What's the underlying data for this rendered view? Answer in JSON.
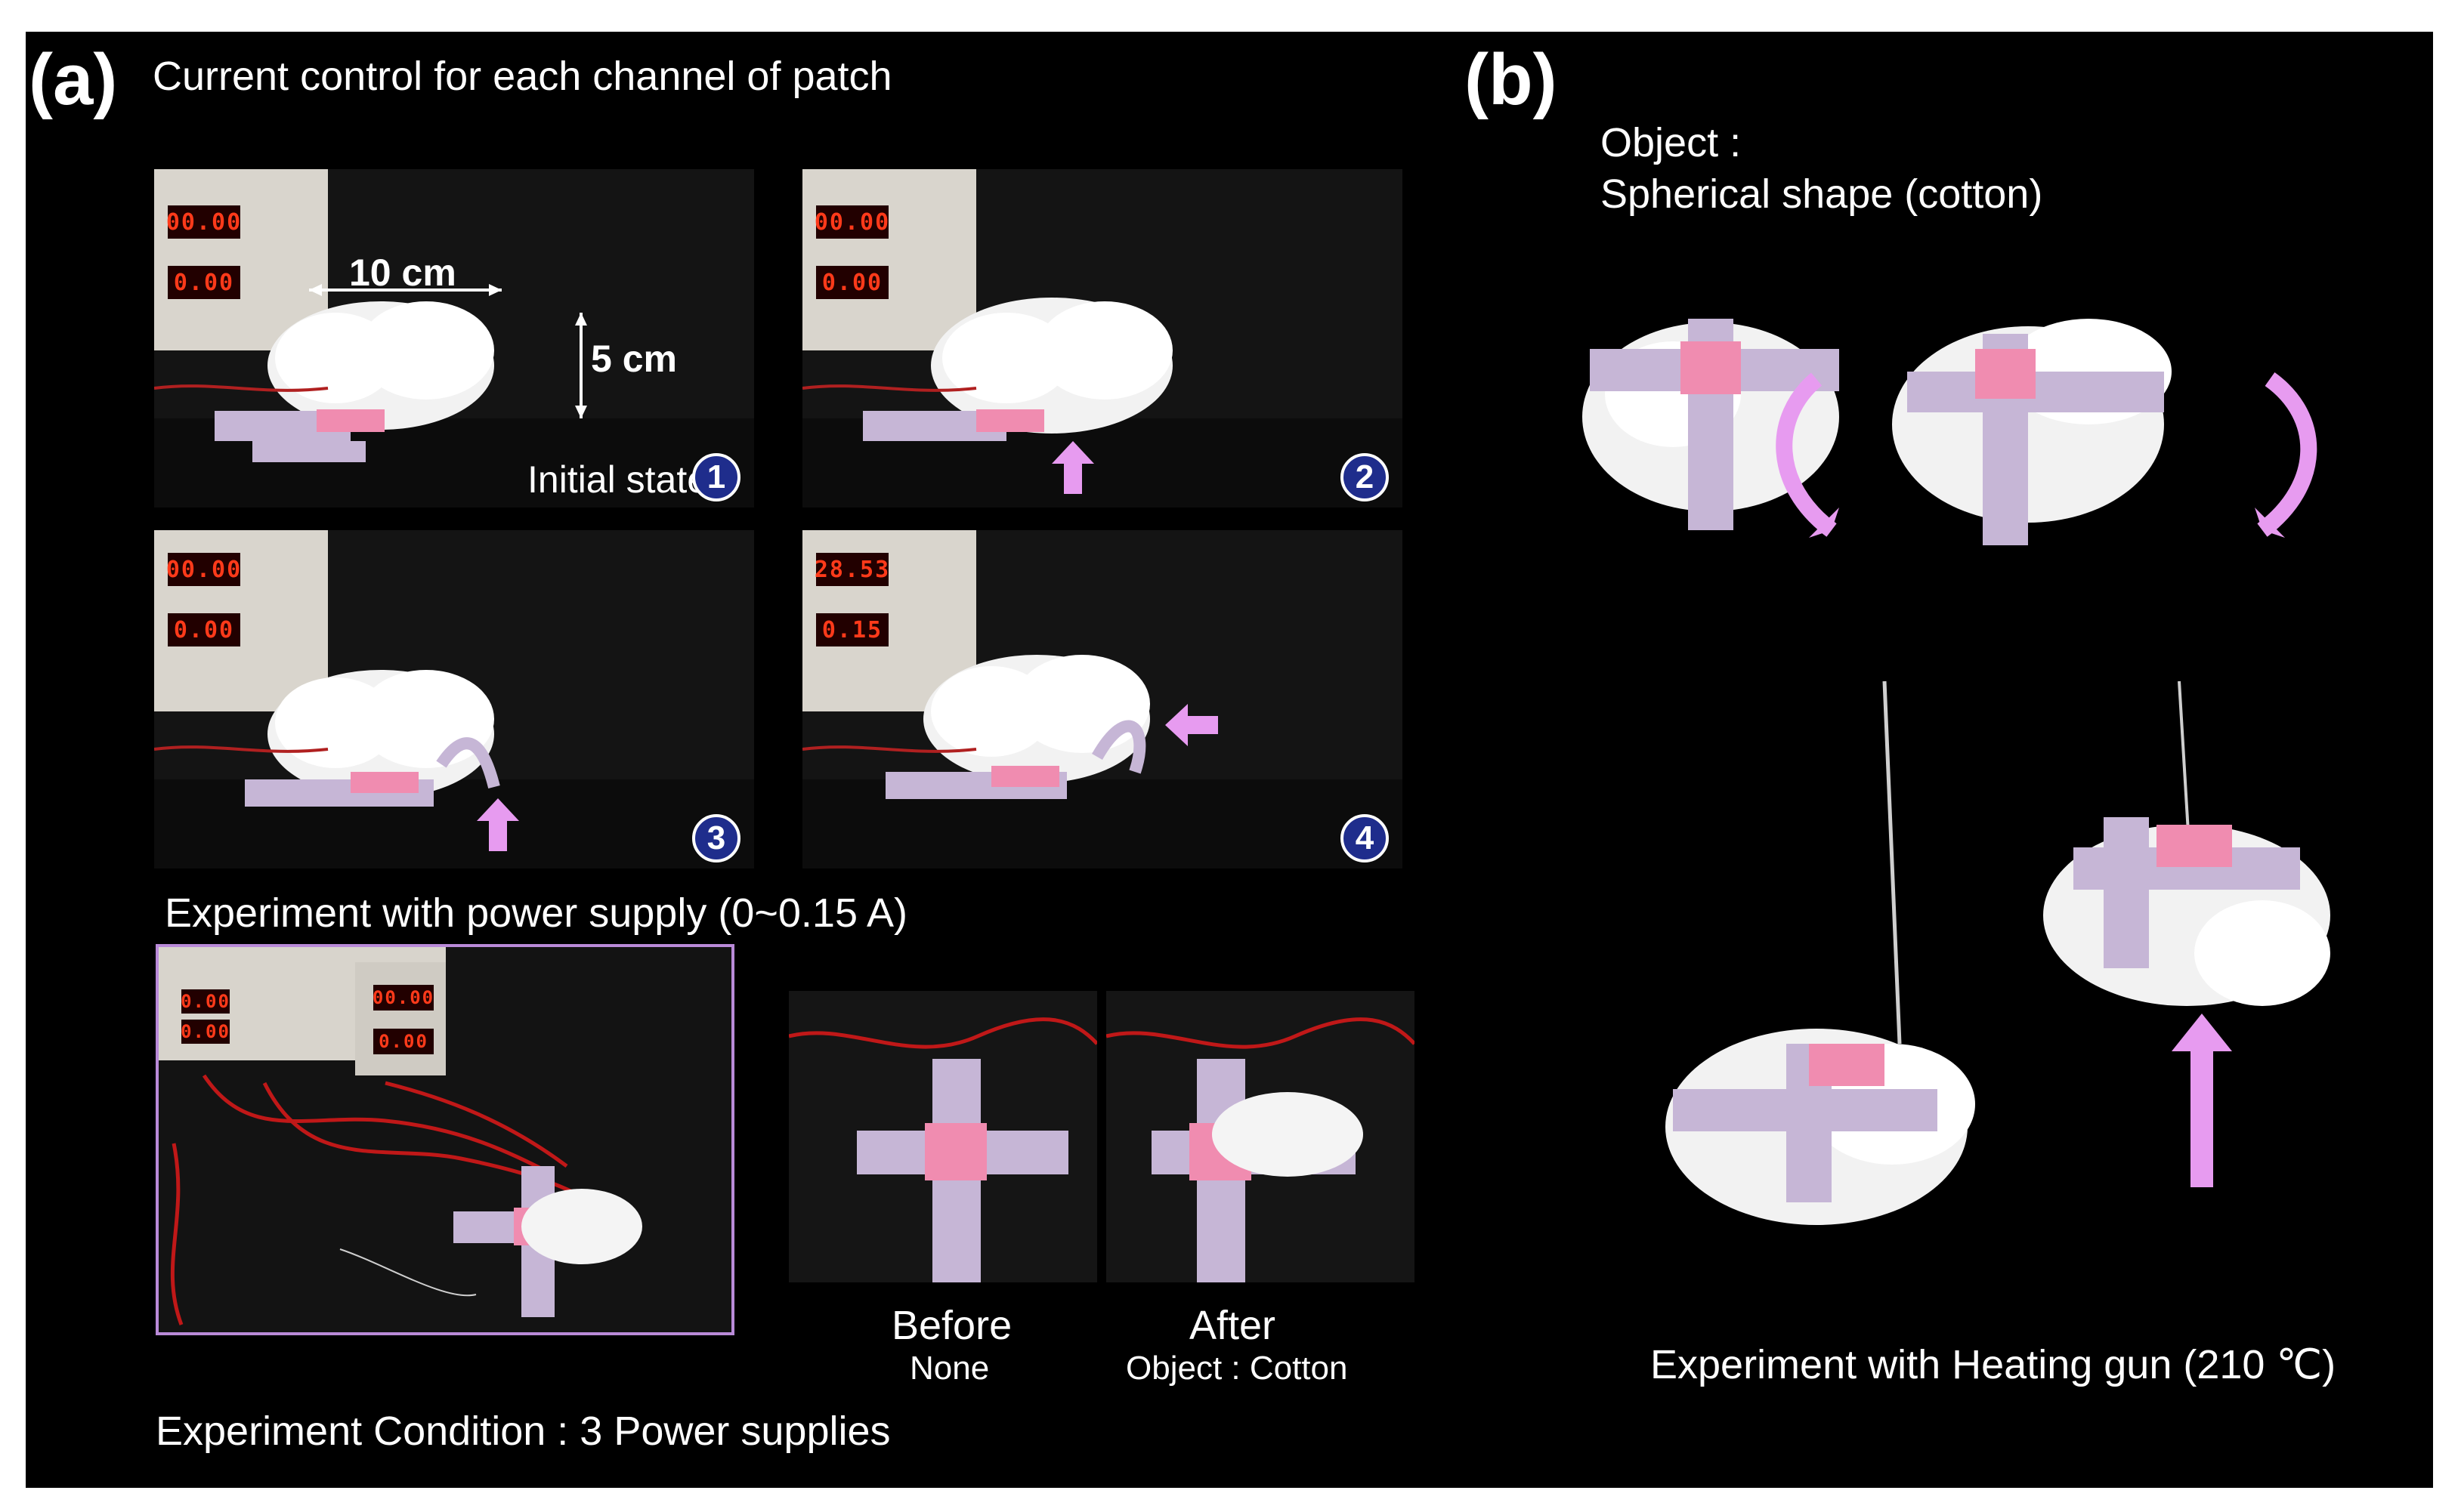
{
  "panel_a": {
    "label": "(a)",
    "heading": "Current control for each channel of patch",
    "dimension_width": "10 cm",
    "dimension_height": "5 cm",
    "initial_state_label": "Initial state",
    "steps": [
      {
        "number": "1",
        "display_top": "00.00",
        "display_bottom": "0.00"
      },
      {
        "number": "2",
        "display_top": "00.00",
        "display_bottom": "0.00"
      },
      {
        "number": "3",
        "display_top": "00.00",
        "display_bottom": "0.00"
      },
      {
        "number": "4",
        "display_top": "28.53",
        "display_bottom": "0.15"
      }
    ],
    "power_supply_caption": "Experiment with power supply (0~0.15 A)",
    "setup_displays": [
      "0.00",
      "0.00",
      "00.00",
      "0.00"
    ],
    "before_title": "Before",
    "before_sub": "None",
    "after_title": "After",
    "after_sub": "Object : Cotton",
    "condition_caption": "Experiment Condition : 3 Power supplies"
  },
  "panel_b": {
    "label": "(b)",
    "object_label": "Object :",
    "object_value": "Spherical shape (cotton)",
    "heating_caption": "Experiment with Heating gun (210 ℃)"
  },
  "colors": {
    "background": "#000000",
    "arrow": "#e79bf0",
    "badge": "#1f2d8c",
    "patch_pink": "#f08cb0",
    "knit_lavender": "#c6b6d6",
    "setup_border": "#b98ad8"
  }
}
